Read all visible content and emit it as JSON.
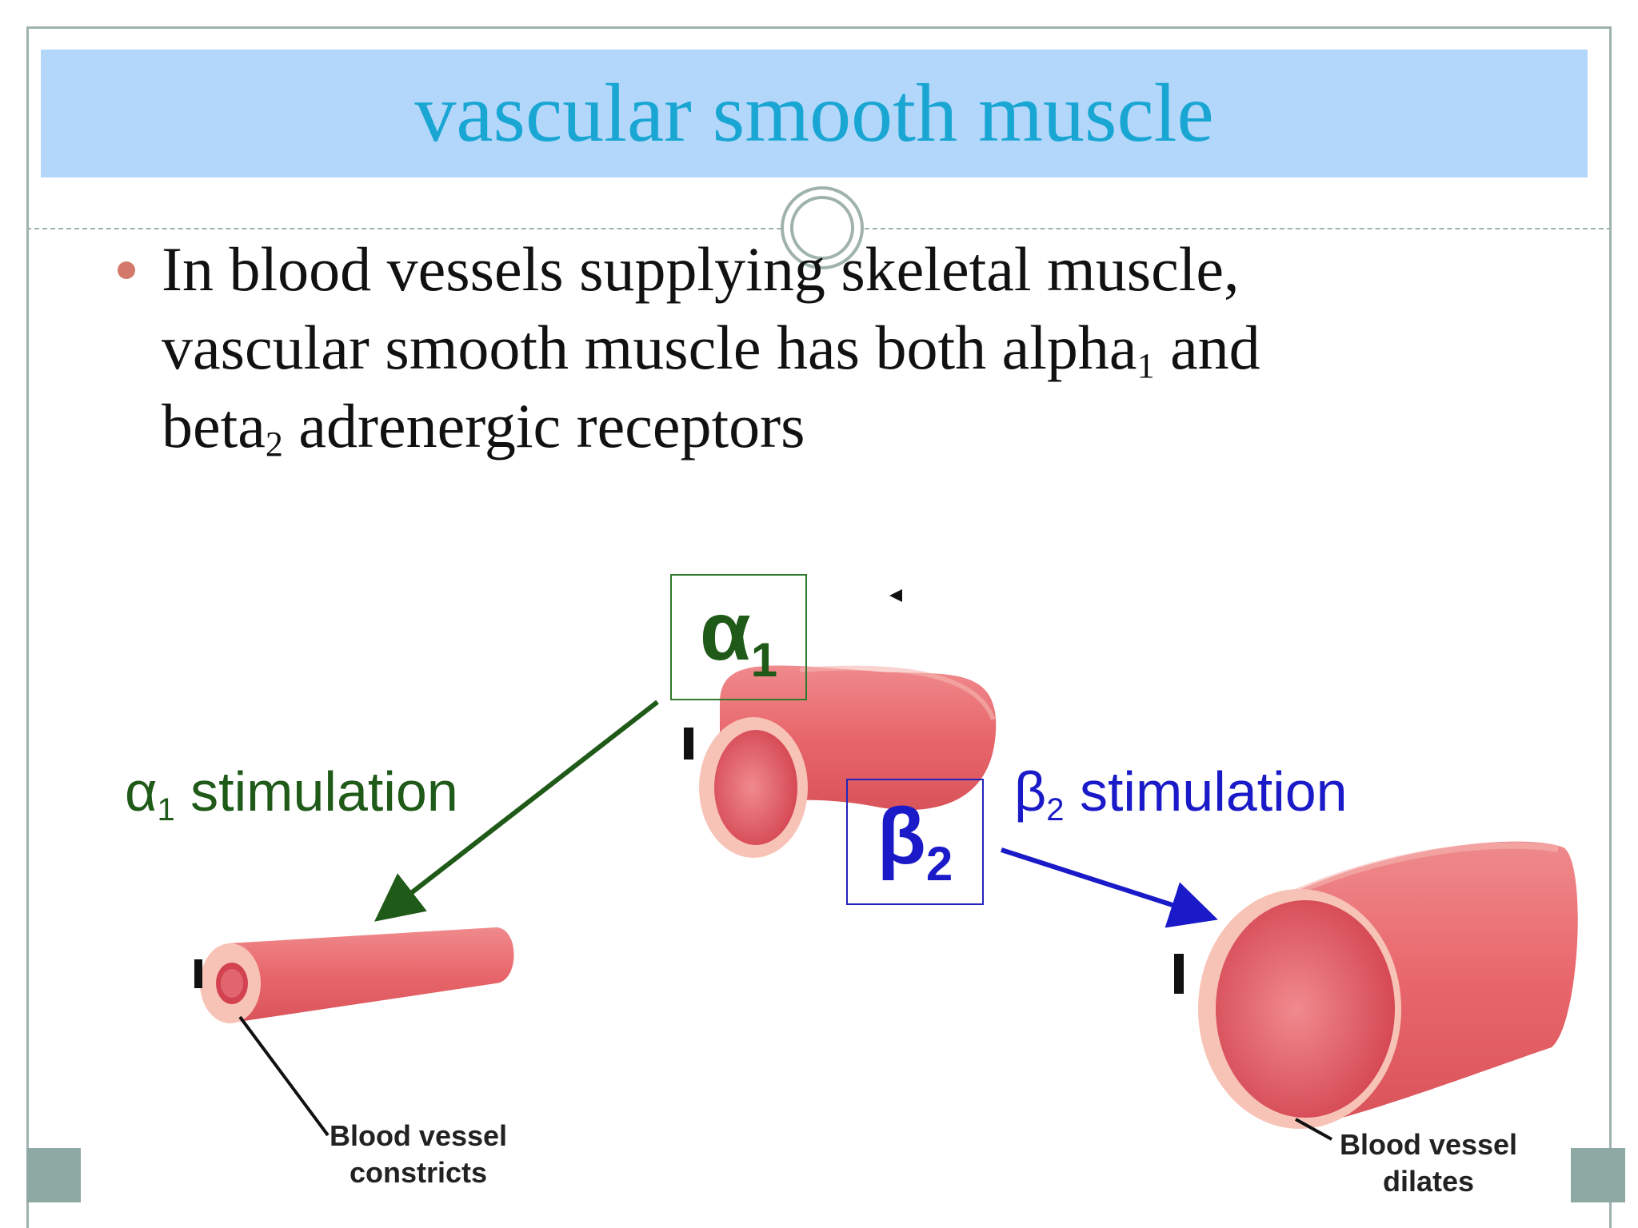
{
  "slide": {
    "title": "vascular smooth muscle",
    "bullet": {
      "line1": "In blood vessels supplying skeletal muscle,",
      "line2_main": "vascular smooth muscle has both alpha",
      "line2_sub": "1",
      "line2_tail": " and",
      "line3_main": "beta",
      "line3_sub": "2",
      "line3_tail": " adrenergic receptors"
    }
  },
  "figure": {
    "alpha_label": {
      "symbol": "α",
      "sub": "1",
      "text": " stimulation"
    },
    "beta_label": {
      "symbol": "β",
      "sub": "2",
      "text": " stimulation"
    },
    "alpha_box": {
      "symbol": "α",
      "sub": "1"
    },
    "beta_box": {
      "symbol": "β",
      "sub": "2"
    },
    "caption_left": {
      "line1": "Blood vessel",
      "line2": "constricts"
    },
    "caption_right": {
      "line1": "Blood vessel",
      "line2": "dilates"
    },
    "colors": {
      "alpha": "#1f5a18",
      "beta": "#1a1ac8",
      "vessel_wall": "#e8666b",
      "vessel_lumen": "#d94a57",
      "vessel_rim": "#f7c3b6",
      "title": "#1aa6d3",
      "title_band": "#b3d7fb"
    }
  }
}
